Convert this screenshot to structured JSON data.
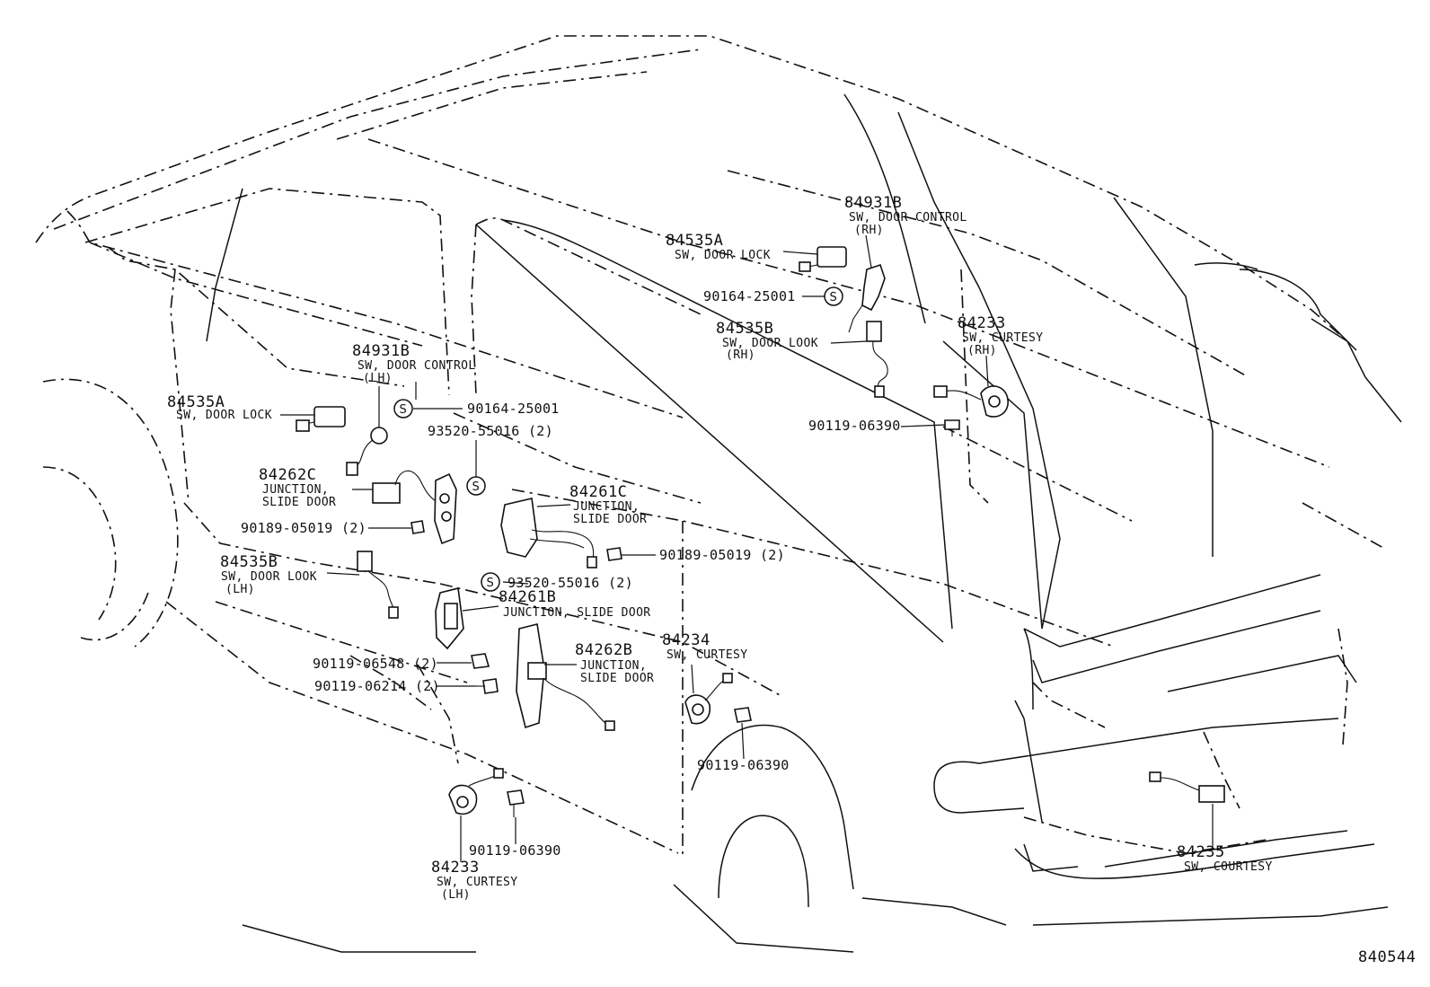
{
  "diagram_code": "840544",
  "seal_symbol": "S",
  "labels": {
    "rh_84931b": {
      "part": "84931B",
      "desc": "SW, DOOR CONTROL",
      "side": "(RH)"
    },
    "rh_84535a": {
      "part": "84535A",
      "desc": "SW, DOOR LOCK"
    },
    "rh_90164": {
      "part": "90164-25001"
    },
    "rh_84535b": {
      "part": "84535B",
      "desc": "SW, DOOR LOOK",
      "side": "(RH)"
    },
    "rh_84233": {
      "part": "84233",
      "desc": "SW, CURTESY",
      "side": "(RH)"
    },
    "rh_90119": {
      "part": "90119-06390"
    },
    "lh_84931b": {
      "part": "84931B",
      "desc": "SW, DOOR CONTROL",
      "side": "(LH)"
    },
    "lh_84535a": {
      "part": "84535A",
      "desc": "SW, DOOR LOCK"
    },
    "lh_90164": {
      "part": "90164-25001"
    },
    "p_93520a": {
      "part": "93520-55016 (2)"
    },
    "p_84262c": {
      "part": "84262C",
      "desc1": "JUNCTION,",
      "desc2": "SLIDE DOOR"
    },
    "p_84261c": {
      "part": "84261C",
      "desc1": "JUNCTION,",
      "desc2": "SLIDE DOOR"
    },
    "p_90189a": {
      "part": "90189-05019 (2)"
    },
    "p_90189b": {
      "part": "90189-05019 (2)"
    },
    "lh_84535b": {
      "part": "84535B",
      "desc": "SW, DOOR LOOK",
      "side": "(LH)"
    },
    "p_93520b": {
      "part": "93520-55016 (2)"
    },
    "p_84261b": {
      "part": "84261B",
      "desc": "JUNCTION,  SLIDE DOOR"
    },
    "p_84262b": {
      "part": "84262B",
      "desc1": "JUNCTION,",
      "desc2": "SLIDE DOOR"
    },
    "p_84234": {
      "part": "84234",
      "desc": "SW, CURTESY"
    },
    "p_90119_06548": {
      "part": "90119-06548 (2)"
    },
    "p_90119_06214": {
      "part": "90119-06214 (2)"
    },
    "p_90119_mid": {
      "part": "90119-06390"
    },
    "p_90119_low": {
      "part": "90119-06390"
    },
    "lh_84233": {
      "part": "84233",
      "desc": "SW, CURTESY",
      "side": "(LH)"
    },
    "p_84235": {
      "part": "84235",
      "desc": "SW, COURTESY"
    }
  }
}
